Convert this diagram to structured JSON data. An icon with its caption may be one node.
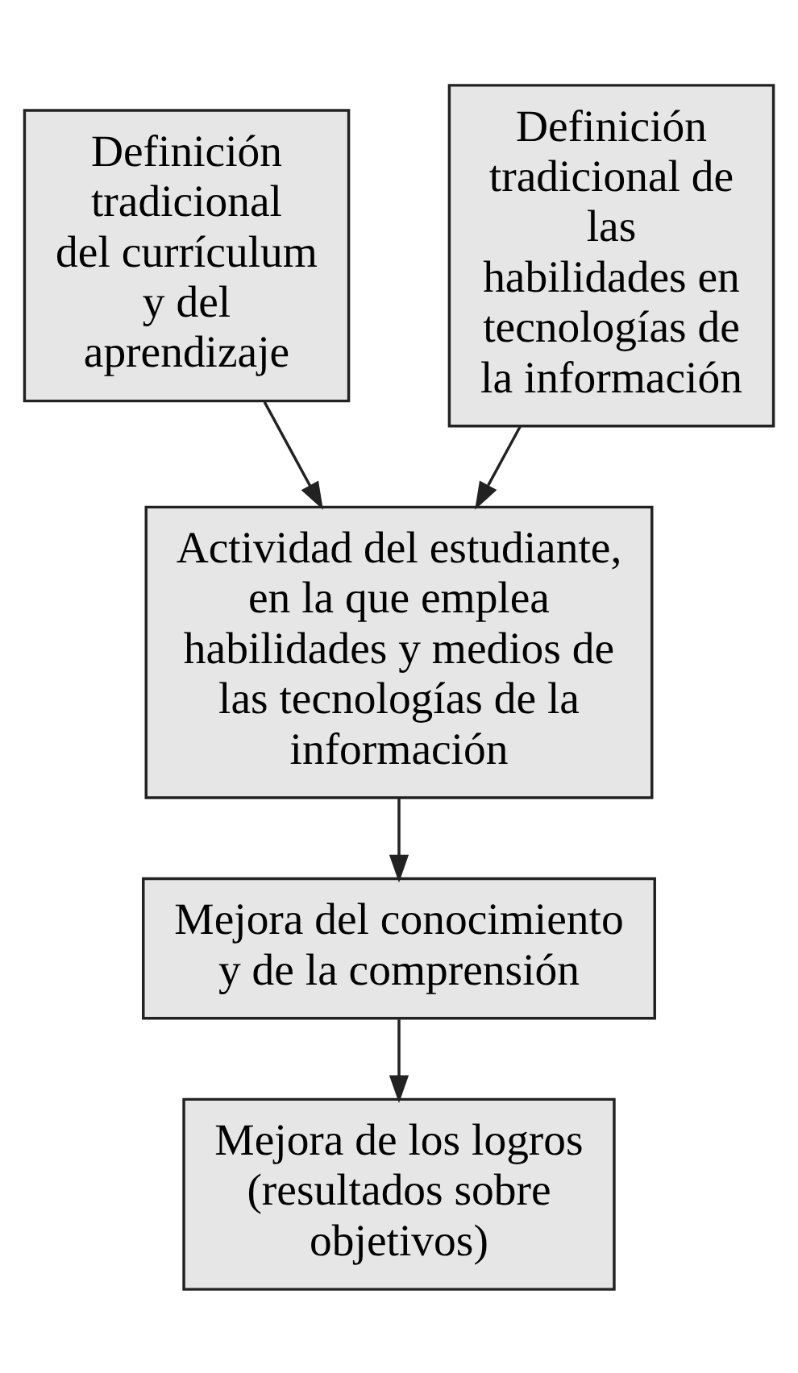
{
  "diagram": {
    "nodes": [
      {
        "text": [
          "Definición tradicional del currículum y del aprendizaje"
        ]
      },
      {
        "text": [
          "Definición tradicional de las habilidades en tecnologías de la información"
        ]
      },
      {
        "text": [
          "Actividad del estudiante, en la que emplea habilidades y medios de las tecnologías de la información"
        ]
      },
      {
        "text": [
          "Mejora del conocimiento y de la comprensión"
        ]
      },
      {
        "text": [
          "Mejora de los logros (resultados sobre objetivos)"
        ]
      }
    ],
    "edges": [
      {
        "from": 0,
        "to": 2,
        "arrow": "to"
      },
      {
        "from": 1,
        "to": 2,
        "arrow": "to"
      },
      {
        "from": 2,
        "to": 3,
        "arrow": "to"
      },
      {
        "from": 3,
        "to": 4,
        "arrow": "to"
      }
    ]
  }
}
